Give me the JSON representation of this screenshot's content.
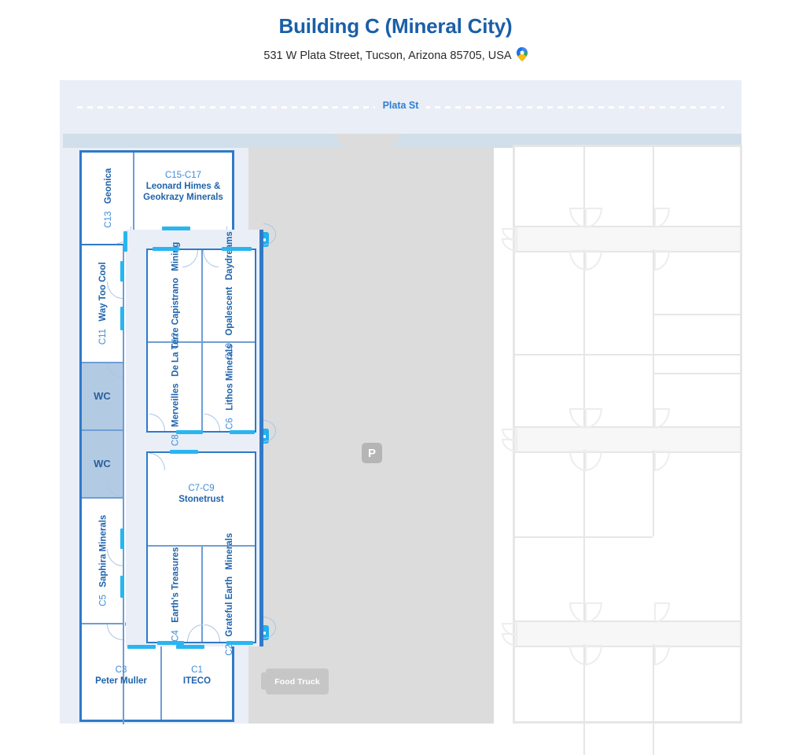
{
  "header": {
    "title_main": "Building C ",
    "title_sub": "(Mineral City)",
    "address": "531 W Plata Street, Tucson, Arizona 85705, USA",
    "pin_icon": "map-pin-icon"
  },
  "map": {
    "street_label": "Plata St",
    "parking_badge": "P",
    "food_truck_label": "Food Truck",
    "entrance_icon": "left-arrow-icon",
    "entrances": [
      {
        "name": "entrance-north",
        "label": "←"
      },
      {
        "name": "entrance-middle",
        "label": "←"
      },
      {
        "name": "entrance-south",
        "label": "←"
      }
    ],
    "colors": {
      "wall": "#2f7ac8",
      "accent": "#29b6f0",
      "street_fill": "#e9eef7",
      "sidewalk": "#d0dfe9",
      "lot_fill": "#dcdcdc",
      "wc_fill": "#b3cae3",
      "title": "#1a5fa8",
      "ghost": "#e6e6e6"
    }
  },
  "units": {
    "c13": {
      "code": "C13",
      "name": "Geonica"
    },
    "c15": {
      "code": "C15-C17",
      "name": "Leonard Himes &\nGeokrazy Minerals"
    },
    "c15_l1": "Leonard Himes &",
    "c15_l2": "Geokrazy Minerals",
    "c11": {
      "code": "C11",
      "name": "Way Too Cool"
    },
    "wc1": {
      "label": "WC"
    },
    "wc2": {
      "label": "WC"
    },
    "c5": {
      "code": "C5",
      "name": "Saphira Minerals"
    },
    "c3": {
      "code": "C3",
      "name": "Peter Muller"
    },
    "c1": {
      "code": "C1",
      "name": "ITECO"
    },
    "c12": {
      "code": "C12",
      "name_l1": "Capistrano",
      "name_l2": "Mining"
    },
    "c10": {
      "code": "C10",
      "name_l1": "Opalescent",
      "name_l2": "Daydreams"
    },
    "c8": {
      "code": "C8",
      "name_l1": "Merveilles",
      "name_l2": "De La Terre"
    },
    "c6": {
      "code": "C6",
      "name": "Lithos Minerals"
    },
    "c7": {
      "code": "C7-C9",
      "name": "Stonetrust"
    },
    "c4": {
      "code": "C4",
      "name": "Earth's Treasures"
    },
    "c2": {
      "code": "C2",
      "name_l1": "Grateful Earth",
      "name_l2": "Minerals"
    }
  }
}
